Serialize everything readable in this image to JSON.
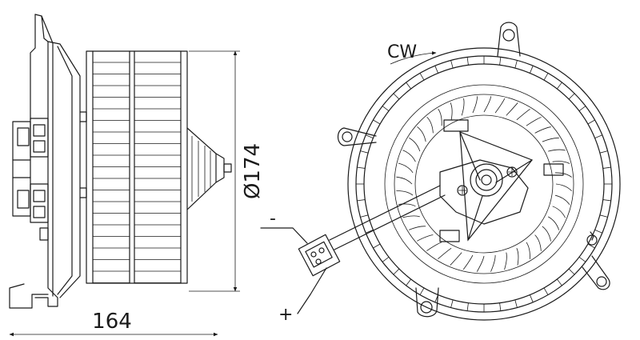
{
  "labels": {
    "width_dimension": "164",
    "diameter_dimension": "Ø174",
    "rotation_direction": "CW",
    "terminal_negative": "-",
    "terminal_positive": "+"
  }
}
